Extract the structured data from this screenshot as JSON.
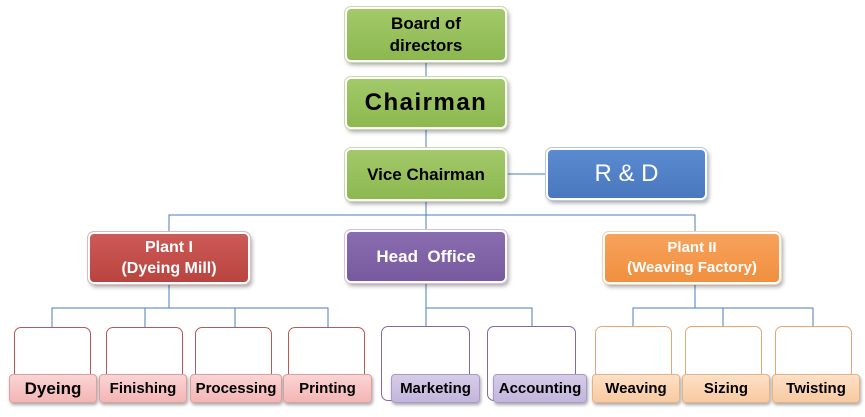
{
  "org_chart": {
    "board": "Board of directors",
    "chairman": "Chairman",
    "vice_chairman": "Vice Chairman",
    "rnd": "R & D",
    "plant1": {
      "line1": "Plant I",
      "line2": "(Dyeing Mill)"
    },
    "head_office": "Head  Office",
    "plant2": {
      "line1": "Plant II",
      "line2": "(Weaving Factory)"
    },
    "plant1_units": [
      "Dyeing",
      "Finishing",
      "Processing",
      "Printing"
    ],
    "head_office_units": [
      "Marketing",
      "Accounting"
    ],
    "plant2_units": [
      "Weaving",
      "Sizing",
      "Twisting"
    ]
  },
  "colors": {
    "green": "#8cb84f",
    "blue": "#4a78be",
    "red": "#b9443f",
    "purple": "#77599f",
    "orange": "#f0903f",
    "connector": "#4a7ebb"
  }
}
